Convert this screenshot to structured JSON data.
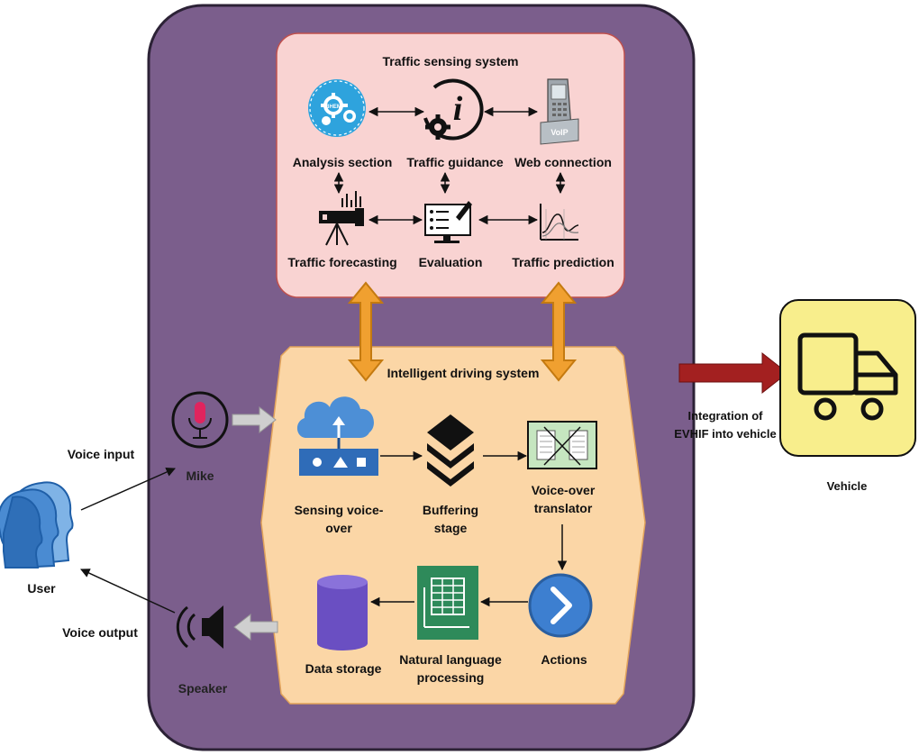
{
  "outer_system": {
    "fill": "#7b5e8c",
    "stroke": "#2c2236"
  },
  "traffic_sensing": {
    "title": "Traffic sensing system",
    "fill": "#f9d3d2",
    "stroke": "#c0504d",
    "nodes": {
      "analysis_section": "Analysis section",
      "traffic_guidance": "Traffic guidance",
      "web_connection": "Web connection",
      "traffic_forecasting": "Traffic forecasting",
      "evaluation": "Evaluation",
      "traffic_prediction": "Traffic prediction"
    },
    "icon_texts": {
      "analysis_badge": "BHEM",
      "phone_badge": "VoIP"
    }
  },
  "intelligent_driving": {
    "title": "Intelligent driving system",
    "fill": "#fbd6a6",
    "stroke": "#e2a35a",
    "nodes": {
      "sensing_voice_over_line1": "Sensing voice-",
      "sensing_voice_over_line2": "over",
      "buffering_stage_line1": "Buffering",
      "buffering_stage_line2": "stage",
      "voice_over_translator_line1": "Voice-over",
      "voice_over_translator_line2": "translator",
      "actions": "Actions",
      "nlp_line1": "Natural language",
      "nlp_line2": "processing",
      "data_storage": "Data storage"
    }
  },
  "external": {
    "mike": "Mike",
    "speaker": "Speaker",
    "user": "User",
    "voice_input": "Voice input",
    "voice_output": "Voice output",
    "integration_line1": "Integration of",
    "integration_line2": "EVHIF into vehicle",
    "vehicle": "Vehicle"
  },
  "colors": {
    "vehicle_box": "#f8ee8c",
    "orange_arrow": "#f0a030",
    "red_arrow": "#a32020",
    "cloud_blue": "#4d8fd6",
    "nlp_green": "#2e8a5a",
    "actions_blue": "#3d7fd0",
    "storage_purple": "#6a4fc2",
    "mic_pink": "#e0245e",
    "user_blue": "#3a78c0"
  },
  "icons": [
    "gear-analysis-icon",
    "info-gear-icon",
    "voip-phone-icon",
    "camera-forecast-icon",
    "evaluation-monitor-icon",
    "prediction-chart-icon",
    "microphone-icon",
    "speaker-icon",
    "user-heads-icon",
    "cloud-upload-icon",
    "layers-icon",
    "translator-icon",
    "chevron-right-icon",
    "spreadsheet-icon",
    "database-icon",
    "truck-icon"
  ]
}
